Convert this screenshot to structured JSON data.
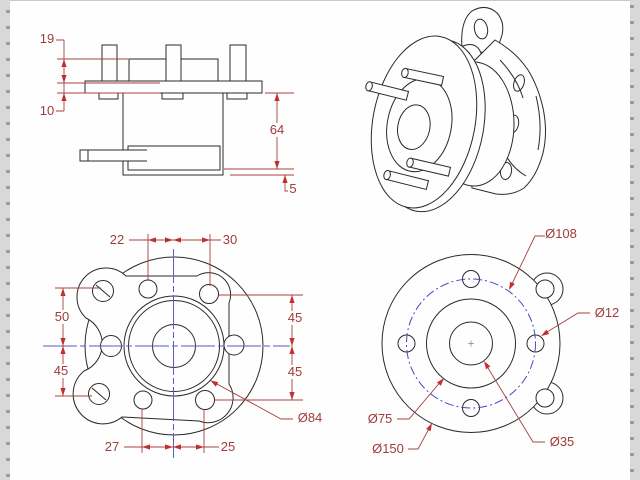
{
  "colors": {
    "object_line": "#2a2a2a",
    "dimension_line": "#a84040",
    "dimension_text": "#a03c3c",
    "arrow": "#c03030",
    "centerline_blue": "#5b5bc4",
    "bolt_circle_blue": "#4646c8",
    "edge_strip": "#d8d8d8",
    "background": "#fefefe"
  },
  "front_section_view": {
    "dims": {
      "stud_protrusion": "19",
      "flange_thickness": "10",
      "hub_height": "64",
      "base_lip": "5"
    }
  },
  "front_view": {
    "dims": {
      "offset_left_top": "22",
      "offset_right_top": "30",
      "offset_upper_left": "50",
      "offset_lower_left": "45",
      "offset_upper_right": "45",
      "offset_lower_right": "45",
      "offset_bottom_left": "27",
      "offset_bottom_right": "25",
      "flange_diameter": "Ø84"
    }
  },
  "back_view": {
    "dims": {
      "bolt_circle_diameter": "Ø108",
      "stud_hole_diameter": "Ø12",
      "pilot_diameter": "Ø75",
      "outer_diameter": "Ø150",
      "bore_diameter": "Ø35"
    }
  }
}
